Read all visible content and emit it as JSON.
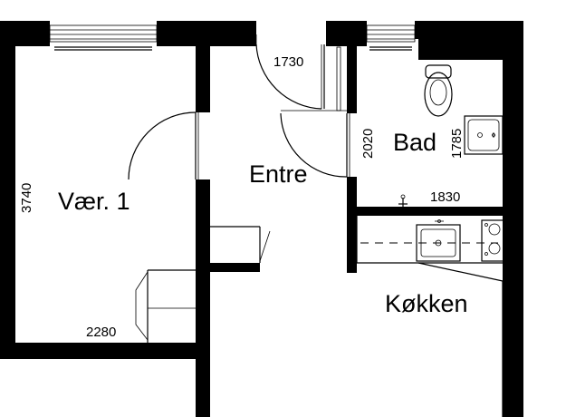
{
  "rooms": {
    "bedroom": "Vær. 1",
    "entry": "Entre",
    "bathroom": "Bad",
    "kitchen": "Køkken"
  },
  "dimensions": {
    "bedroom_height": "3740",
    "bedroom_width": "2280",
    "entry_door": "1730",
    "bath_height": "2020",
    "bath_sink": "1785",
    "bath_width": "1830"
  },
  "colors": {
    "wall": "#000000",
    "background": "#ffffff"
  }
}
